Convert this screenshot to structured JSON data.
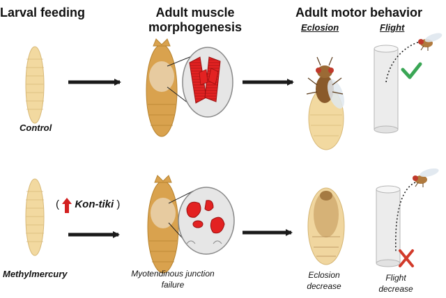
{
  "headers": {
    "larval_feeding": "Larval feeding",
    "muscle_line1": "Adult muscle",
    "muscle_line2": "morphogenesis",
    "motor_behavior": "Adult motor behavior"
  },
  "subheaders": {
    "eclosion": "Eclosion",
    "flight": "Flight"
  },
  "conditions": {
    "control": "Control",
    "methylmercury": "Methylmercury"
  },
  "gene": {
    "open_paren": "(",
    "name": "Kon-tiki",
    "close_paren": ")"
  },
  "captions": {
    "mtj_line1": "Myotendinous junction",
    "mtj_line2": "failure",
    "eclosion_line1": "Eclosion",
    "eclosion_line2": "decrease",
    "flight_line1": "Flight",
    "flight_line2": "decrease"
  },
  "colors": {
    "larva": "#f2d9a0",
    "pupa": "#d9a24e",
    "muscle_red": "#e32222",
    "check_green": "#3aa655",
    "cross_red": "#d23a2a",
    "arrow": "#1a1a1a",
    "tube": "#ececec"
  }
}
